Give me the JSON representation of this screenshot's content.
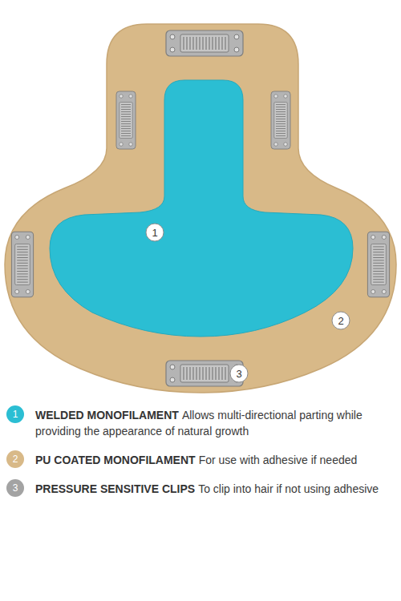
{
  "diagram": {
    "nodes": [
      {
        "text": [
          "1"
        ]
      },
      {
        "text": [
          "2"
        ]
      },
      {
        "text": [
          "3"
        ]
      }
    ],
    "labels": [
      "1",
      "Allows multi-directional parting while providing the appearance of natural growth",
      "2",
      "For use with adhesive if needed",
      "3",
      "To clip into hair if not using adhesive"
    ],
    "legend": [
      {
        "text": "WELDED MONOFILAMENT",
        "color": "#2bbed3"
      },
      {
        "text": "PU COATED MONOFILAMENT",
        "color": "#d8b988"
      },
      {
        "text": "PRESSURE SENSITIVE CLIPS",
        "color": "#a3a3a3"
      }
    ]
  }
}
